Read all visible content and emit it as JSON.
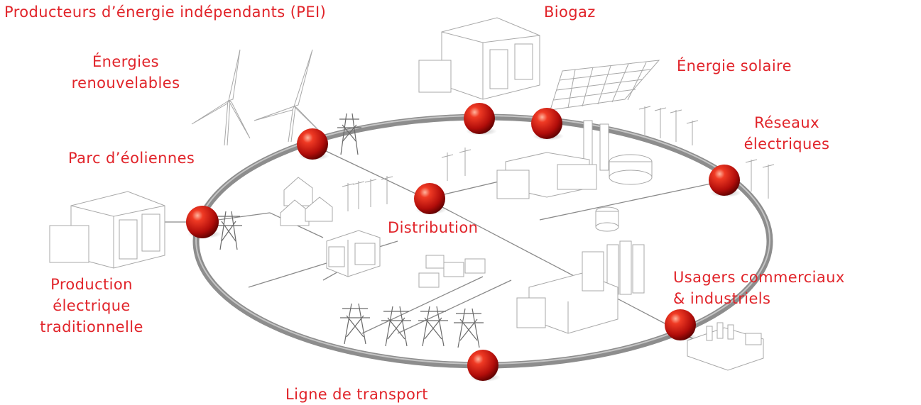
{
  "title": "Producteurs d’énergie indépendants (PEI)",
  "labels": {
    "biogaz": "Biogaz",
    "renewables_line1": "Énergies",
    "renewables_line2": "renouvelables",
    "solar": "Énergie solaire",
    "grids_line1": "Réseaux",
    "grids_line2": "électriques",
    "wind_farm": "Parc d’éoliennes",
    "distribution": "Distribution",
    "commercial_line1": "Usagers commerciaux",
    "commercial_line2": "& industriels",
    "traditional_line1": "Production",
    "traditional_line2": "électrique",
    "traditional_line3": "traditionnelle",
    "transport": "Ligne de transport"
  },
  "colors": {
    "label": "#e1242a",
    "node": "#c8120e",
    "node_highlight": "#ff9a80",
    "node_shadow": "#5a0000",
    "ring": "#8d8d8d",
    "illustration": "#9a9a9a"
  },
  "icons": [
    "wind-turbine-icon",
    "transmission-tower-icon",
    "power-plant-icon",
    "solar-panel-icon",
    "house-icon",
    "factory-icon",
    "utility-pole-icon"
  ]
}
